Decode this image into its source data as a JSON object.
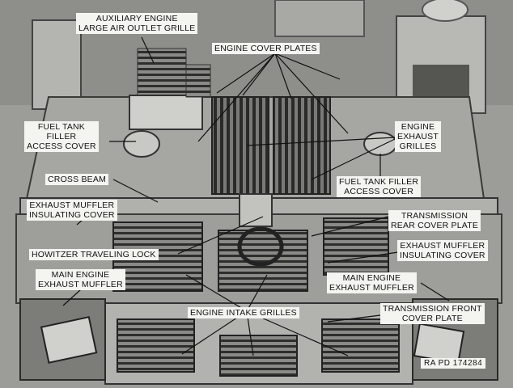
{
  "labels": {
    "aux_grille": [
      "AUXILIARY ENGINE",
      "LARGE AIR OUTLET GRILLE"
    ],
    "engine_cover_plates": [
      "ENGINE COVER PLATES"
    ],
    "fuel_tank_left": [
      "FUEL TANK",
      "FILLER",
      "ACCESS COVER"
    ],
    "engine_exhaust_grilles": [
      "ENGINE",
      "EXHAUST",
      "GRILLES"
    ],
    "cross_beam": [
      "CROSS BEAM"
    ],
    "fuel_tank_right": [
      "FUEL TANK FILLER",
      "ACCESS COVER"
    ],
    "exhaust_muffler_cover_left": [
      "EXHAUST MUFFLER",
      "INSULATING COVER"
    ],
    "transmission_rear": [
      "TRANSMISSION",
      "REAR COVER PLATE"
    ],
    "exhaust_muffler_cover_right": [
      "EXHAUST MUFFLER",
      "INSULATING COVER"
    ],
    "howitzer_lock": [
      "HOWITZER TRAVELING LOCK"
    ],
    "main_muffler_left": [
      "MAIN ENGINE",
      "EXHAUST MUFFLER"
    ],
    "main_muffler_right": [
      "MAIN ENGINE",
      "EXHAUST MUFFLER"
    ],
    "engine_intake_grilles": [
      "ENGINE INTAKE GRILLES"
    ],
    "transmission_front": [
      "TRANSMISSION FRONT",
      "COVER PLATE"
    ]
  },
  "figure_code": "RA PD 174284"
}
